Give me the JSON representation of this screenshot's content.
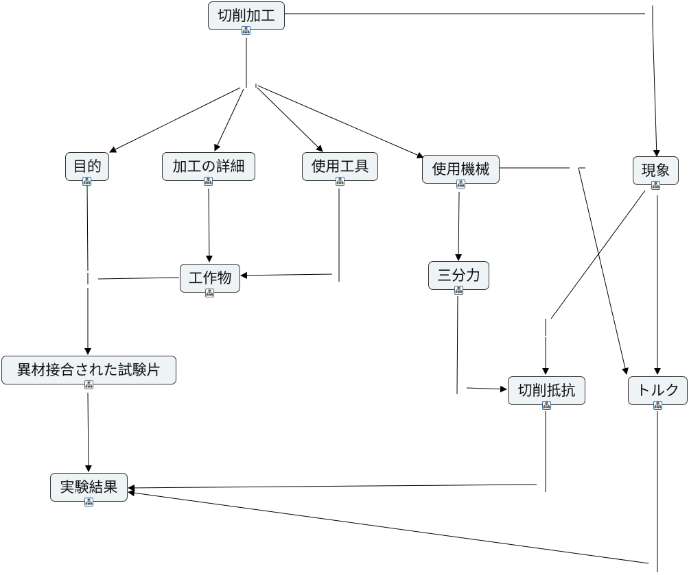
{
  "nodes": {
    "cutting": "切削加工",
    "purpose": "目的",
    "details": "加工の詳細",
    "tool": "使用工具",
    "machine": "使用機械",
    "phenomenon": "現象",
    "workpiece": "工作物",
    "three_force": "三分力",
    "specimen": "異材接合された試験片",
    "resistance": "切削抵抗",
    "torque": "トルク",
    "results": "実験結果"
  },
  "colors": {
    "node_fill": "#eef3f6",
    "icon_border": "#3a6fb0"
  }
}
